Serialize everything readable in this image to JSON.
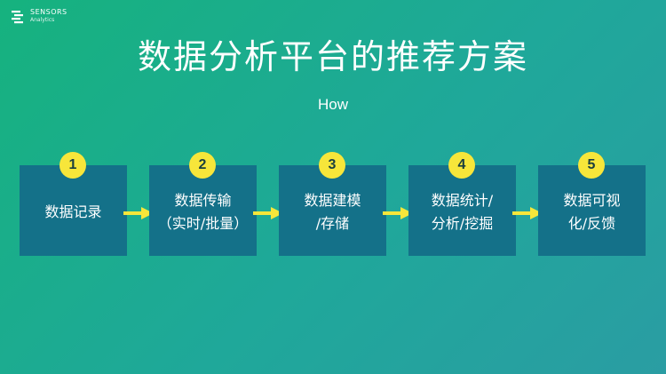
{
  "logo": {
    "brand": "SENSORS",
    "sub": "Analytics"
  },
  "title": "数据分析平台的推荐方案",
  "subtitle": "How",
  "steps": [
    {
      "number": "1",
      "label": "数据记录"
    },
    {
      "number": "2",
      "label": "数据传输\n（实时/批量）"
    },
    {
      "number": "3",
      "label": "数据建模\n/存储"
    },
    {
      "number": "4",
      "label": "数据统计/\n分析/挖掘"
    },
    {
      "number": "5",
      "label": "数据可视\n化/反馈"
    }
  ],
  "colors": {
    "background_start": "#16b27e",
    "background_end": "#2a9da3",
    "box": "#147189",
    "accent": "#f7e63a",
    "text": "#ffffff"
  }
}
